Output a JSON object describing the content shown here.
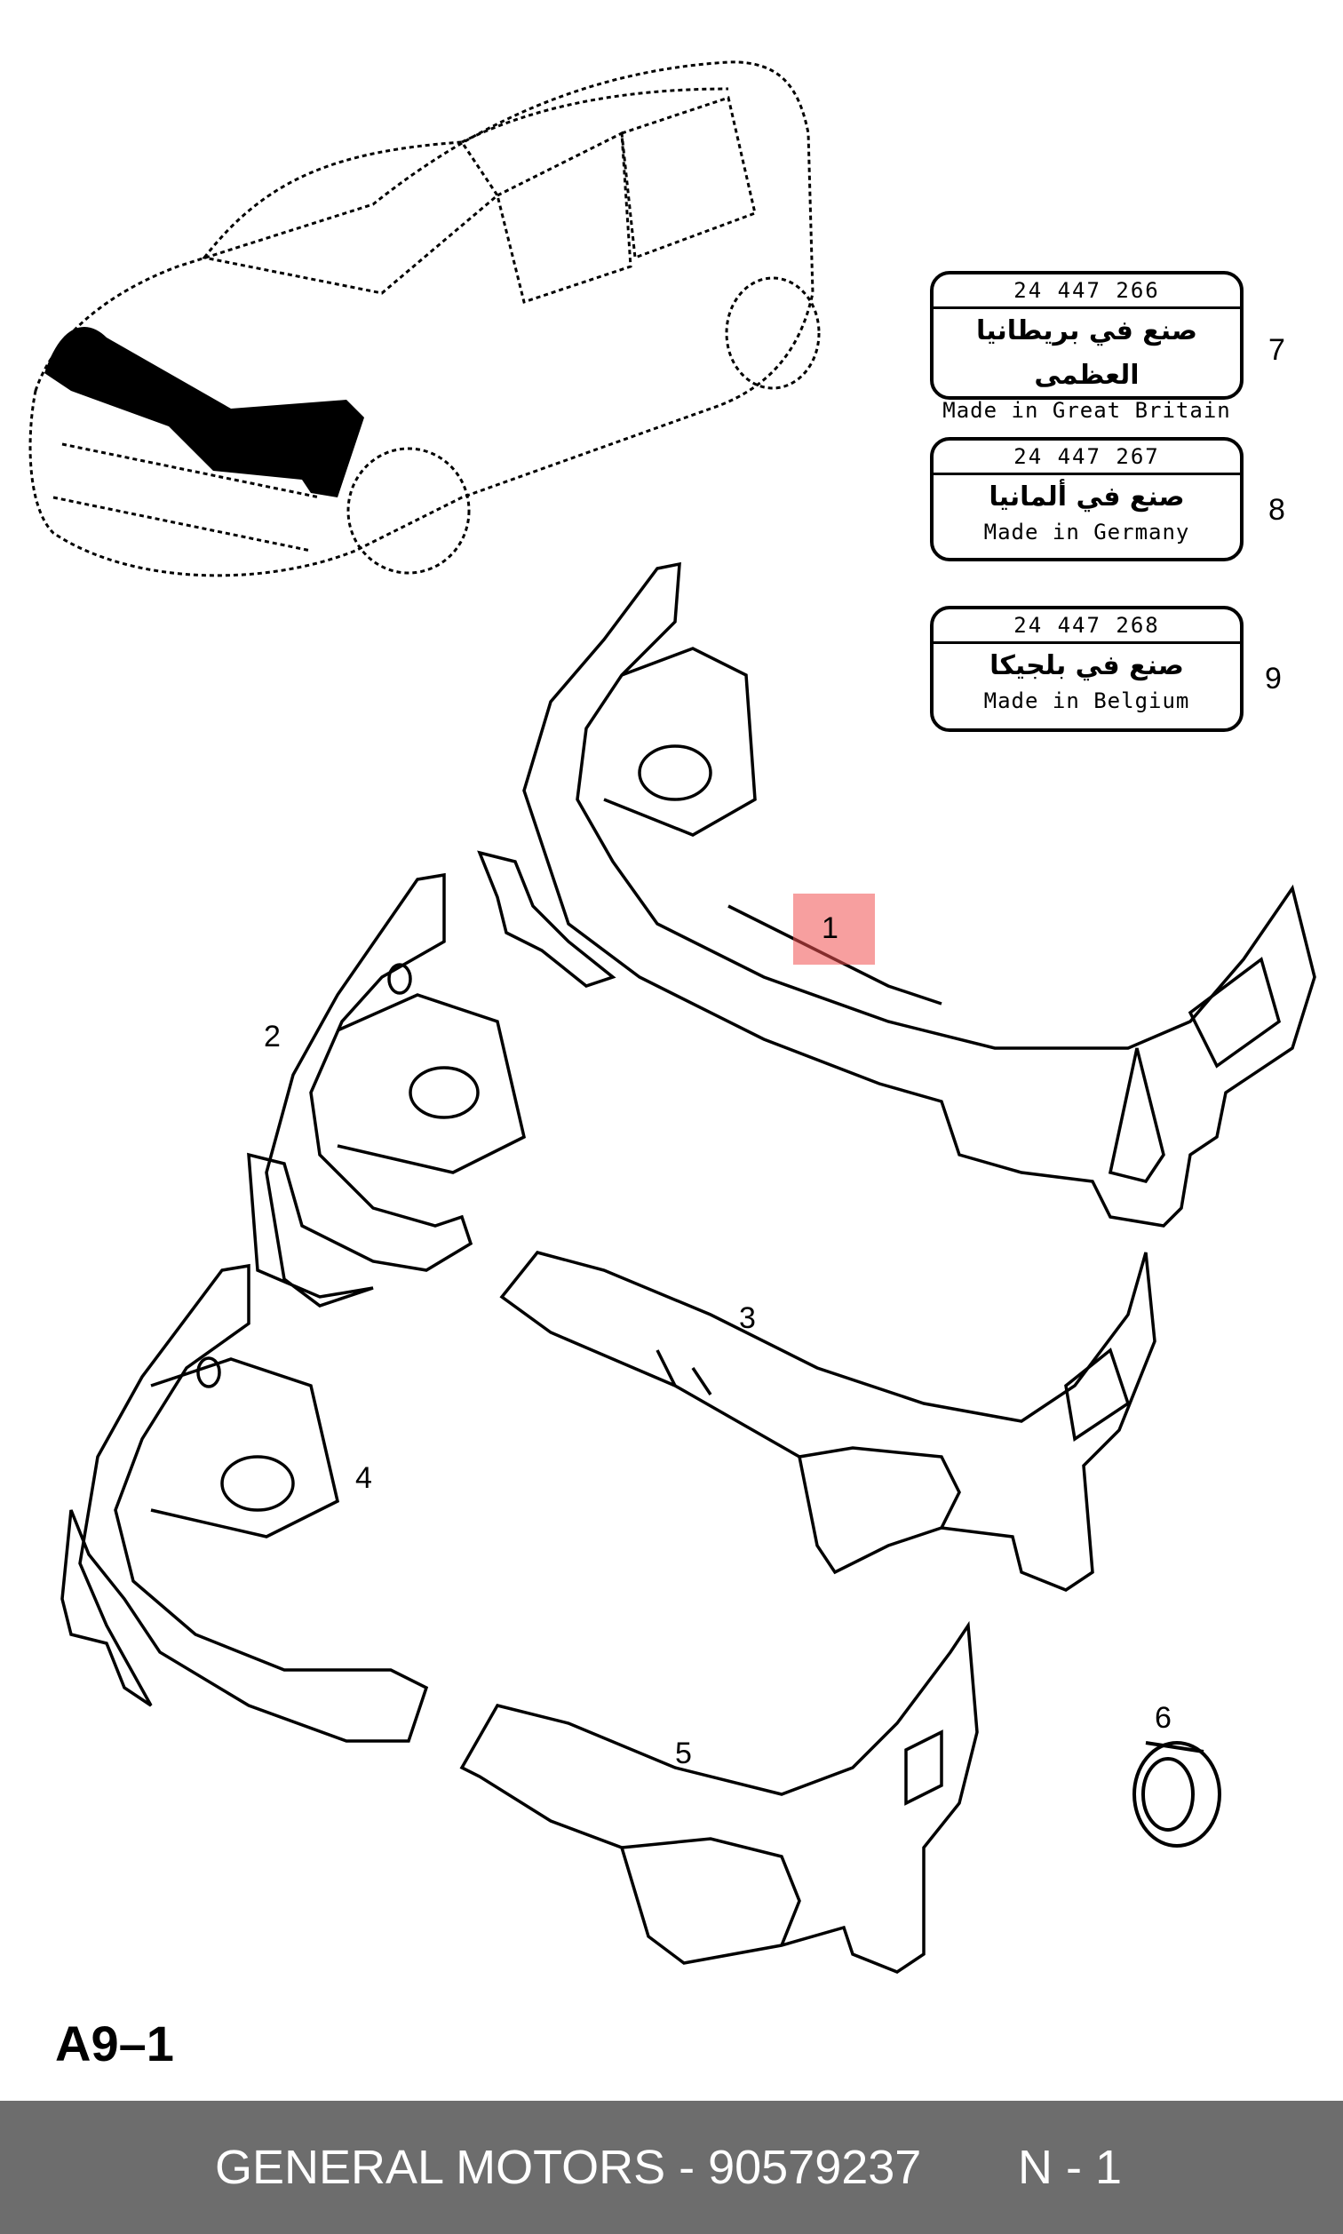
{
  "labels": [
    {
      "callout": "7",
      "part_number": "24 447 266",
      "arabic": "صنع في بريطانيا العظمى",
      "english": "Made in Great Britain"
    },
    {
      "callout": "8",
      "part_number": "24 447 267",
      "arabic": "صنع في ألمانيا",
      "english": "Made in Germany"
    },
    {
      "callout": "9",
      "part_number": "24 447 268",
      "arabic": "صنع في بلجيكا",
      "english": "Made in Belgium"
    }
  ],
  "callouts": {
    "c1": "1",
    "c2": "2",
    "c3": "3",
    "c4": "4",
    "c5": "5",
    "c6": "6"
  },
  "figure_code": "A9–1",
  "footer": {
    "main": "GENERAL MOTORS - 90579237",
    "qty": "N - 1"
  },
  "colors": {
    "footer_bg": "#6d6d6d",
    "highlight": "#f05050"
  }
}
